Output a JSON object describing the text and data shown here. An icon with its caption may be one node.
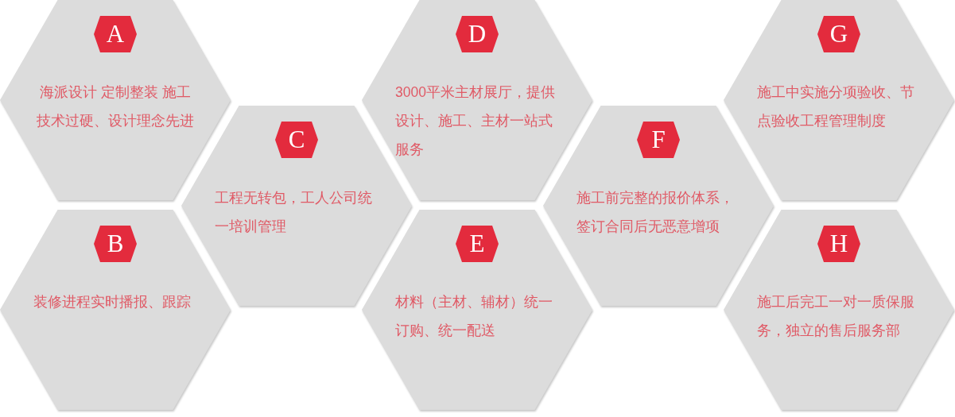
{
  "diagram": {
    "nodes": [
      {
        "text": [
          "海派设计 定制整装 施工技术过硬、设计理念先进"
        ]
      },
      {
        "text": [
          "A"
        ],
        "in": 0
      },
      {
        "text": [
          "装修进程实时播报、跟踪"
        ]
      },
      {
        "text": [
          "B"
        ],
        "in": 2
      },
      {
        "text": [
          "工程无转包，工人公司统一培训管理"
        ]
      },
      {
        "text": [
          "C"
        ],
        "in": 4
      },
      {
        "text": [
          "3000平米主材展厅，提供设计、施工、主材一站式服务"
        ]
      },
      {
        "text": [
          "D"
        ],
        "in": 6
      },
      {
        "text": [
          "材料（主材、辅材）统一订购、统一配送"
        ]
      },
      {
        "text": [
          "E"
        ],
        "in": 8
      },
      {
        "text": [
          "施工前完整的报价体系，签订合同后无恶意增项"
        ]
      },
      {
        "text": [
          "F"
        ],
        "in": 10
      },
      {
        "text": [
          "施工中实施分项验收、节点验收工程管理制度"
        ]
      },
      {
        "text": [
          "G"
        ],
        "in": 12
      },
      {
        "text": [
          "施工后完工一对一质保服务，独立的售后服务部"
        ]
      },
      {
        "text": [
          "H"
        ],
        "in": 14
      }
    ]
  }
}
